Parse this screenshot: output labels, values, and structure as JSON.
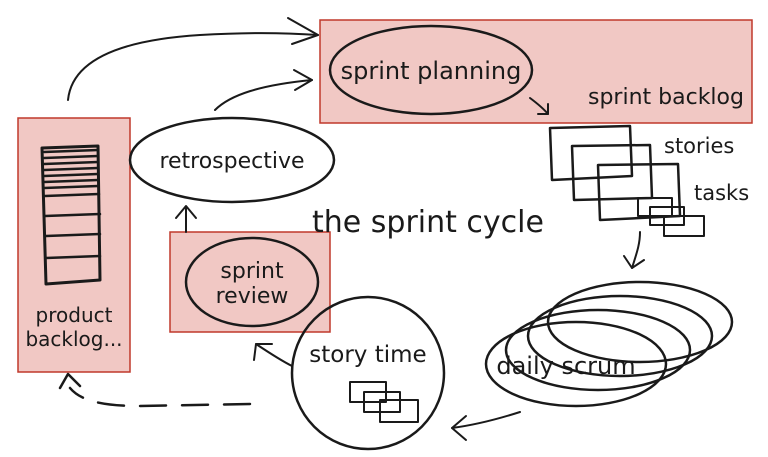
{
  "diagram": {
    "title": "the sprint cycle",
    "nodes": {
      "sprint_planning": "sprint planning",
      "sprint_backlog": "sprint backlog",
      "stories": "stories",
      "tasks": "tasks",
      "daily_scrum": "daily scrum",
      "story_time": "story time",
      "sprint_review_line1": "sprint",
      "sprint_review_line2": "review",
      "retrospective": "retrospective",
      "product_backlog_line1": "product",
      "product_backlog_line2": "backlog..."
    },
    "colors": {
      "highlight_fill": "#f1c8c4",
      "highlight_border": "#c0392b",
      "ink": "#1a1a1a"
    }
  }
}
